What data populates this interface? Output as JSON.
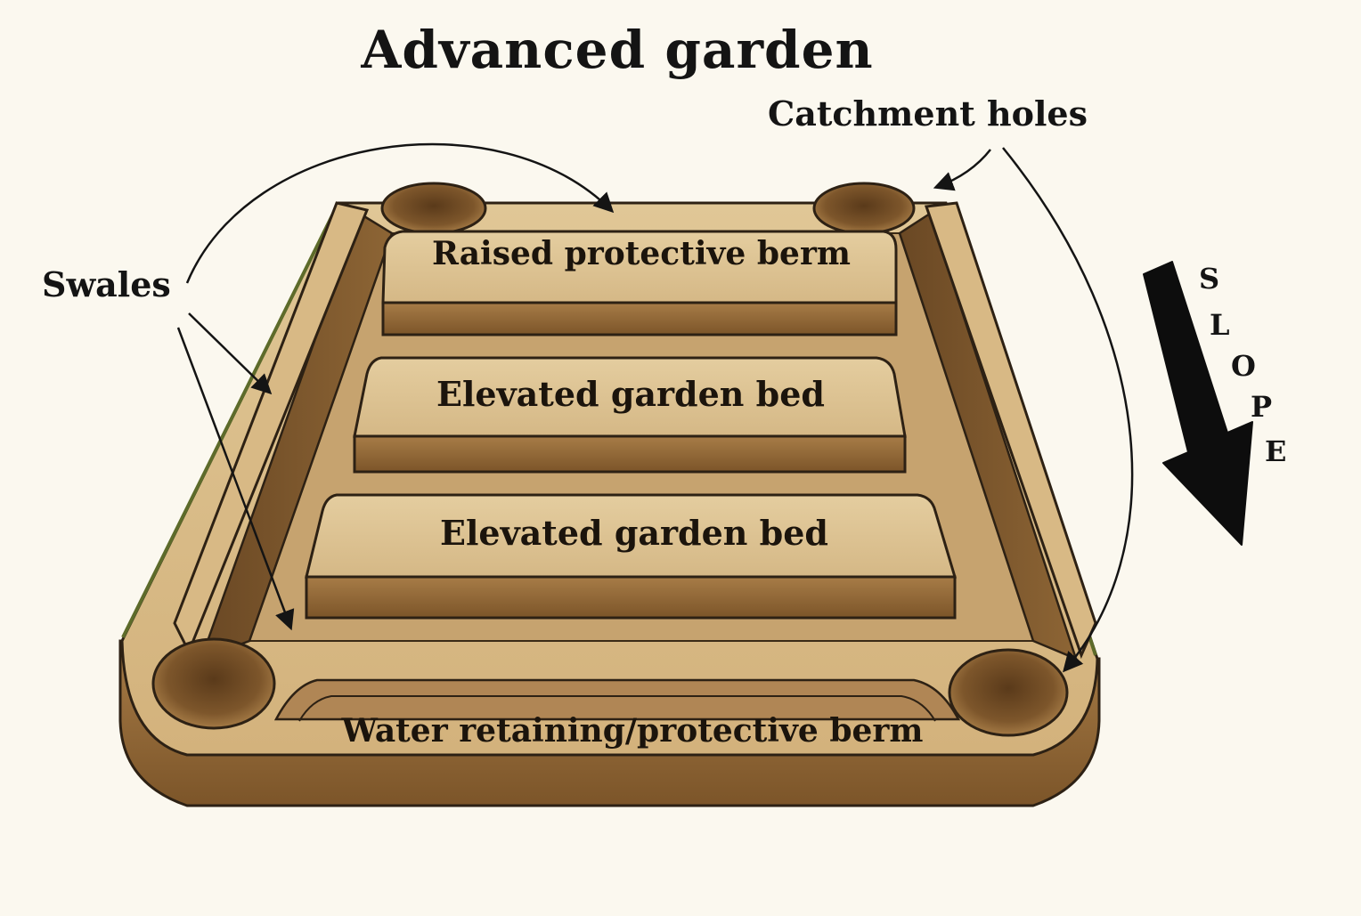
{
  "diagram": {
    "title": "Advanced garden",
    "labels": {
      "catchment_holes": "Catchment holes",
      "swales": "Swales",
      "raised_berm": "Raised protective berm",
      "bed_upper": "Elevated garden bed",
      "bed_lower": "Elevated garden bed",
      "water_berm": "Water retaining/protective berm"
    },
    "slope_letters": [
      "S",
      "L",
      "O",
      "P",
      "E"
    ],
    "colors": {
      "background": "#fbf8ef",
      "soil_light": "#d9bb88",
      "soil_mid": "#b38a56",
      "soil_dark": "#6e4c27",
      "grass_edge": "#5d6b2a",
      "ink": "#141414"
    }
  }
}
